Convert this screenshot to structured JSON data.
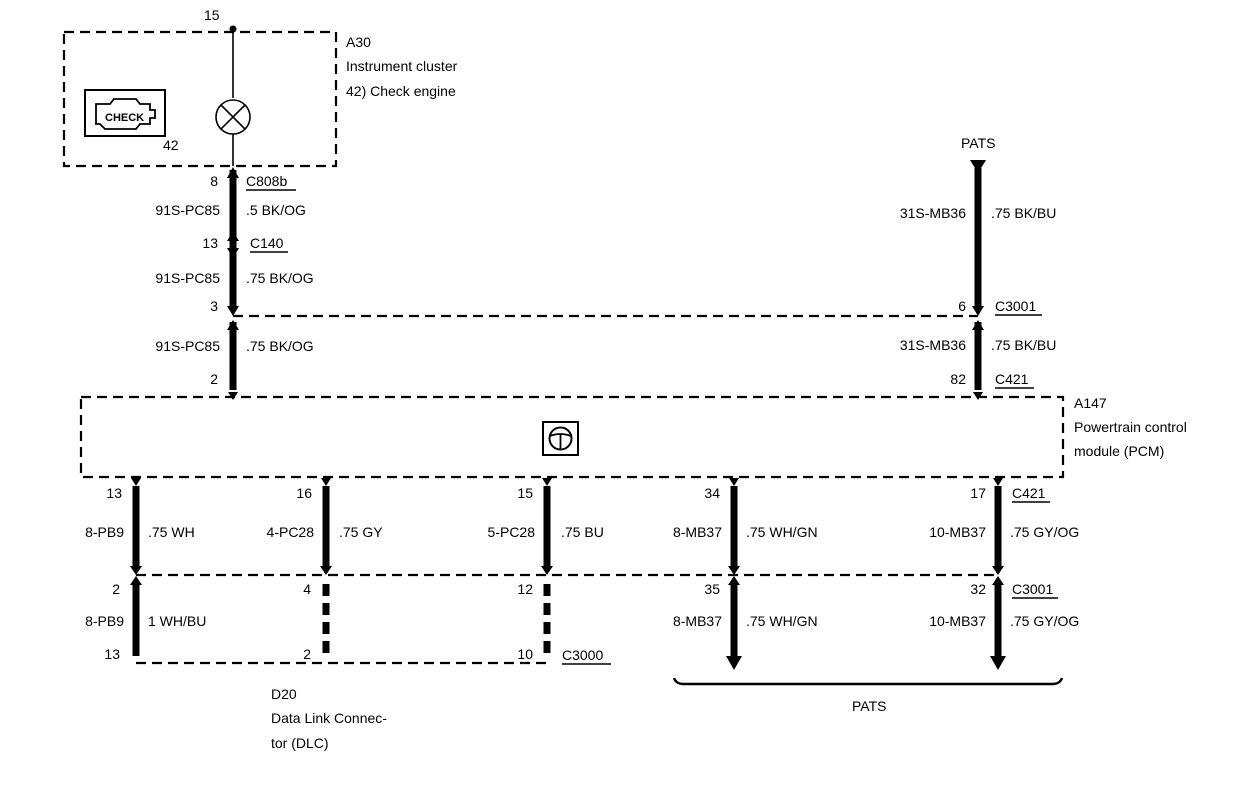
{
  "instrument_cluster": {
    "ref": "A30",
    "name": "Instrument cluster",
    "sub": "42)  Check engine",
    "pin_top": "15",
    "lamp_pin": "42",
    "icon_text": "CHECK"
  },
  "pcm": {
    "ref": "A147",
    "name_line1": "Powertrain control",
    "name_line2": "module (PCM)"
  },
  "dlc": {
    "ref": "D20",
    "name_line1": "Data Link Connec-",
    "name_line2": "tor (DLC)"
  },
  "pats_top": "PATS",
  "pats_bottom": "PATS",
  "left_wire": {
    "pin_c808b": "8",
    "conn_c808b": "C808b",
    "seg1_circuit": "91S-PC85",
    "seg1_gauge": ".5 BK/OG",
    "pin_c140": "13",
    "conn_c140": "C140",
    "seg2_circuit": "91S-PC85",
    "seg2_gauge": ".75 BK/OG",
    "pin_c3001": "3",
    "seg3_circuit": "91S-PC85",
    "seg3_gauge": ".75 BK/OG",
    "pin_pcm": "2"
  },
  "right_wire": {
    "seg1_circuit": "31S-MB36",
    "seg1_gauge": ".75 BK/BU",
    "pin_c3001": "6",
    "conn_c3001": "C3001",
    "seg2_circuit": "31S-MB36",
    "seg2_gauge": ".75 BK/BU",
    "pin_c421": "82",
    "conn_c421": "C421"
  },
  "bottom_wires": [
    {
      "pcm_pin": "13",
      "circuit": "8-PB9",
      "gauge": ".75 WH",
      "c3001_pin": "2",
      "circuit2": "8-PB9",
      "gauge2": "1 WH/BU",
      "dlc_pin": "13"
    },
    {
      "pcm_pin": "16",
      "circuit": "4-PC28",
      "gauge": ".75 GY",
      "c3001_pin": "4",
      "dlc_pin": "2"
    },
    {
      "pcm_pin": "15",
      "circuit": "5-PC28",
      "gauge": ".75 BU",
      "c3001_pin": "12",
      "dlc_pin": "10",
      "conn_c3000": "C3000"
    },
    {
      "pcm_pin": "34",
      "circuit": "8-MB37",
      "gauge": ".75 WH/GN",
      "c3001_pin": "35",
      "circuit2": "8-MB37",
      "gauge2": ".75 WH/GN"
    },
    {
      "pcm_pin": "17",
      "circuit": "10-MB37",
      "gauge": ".75 GY/OG",
      "conn_c421": "C421",
      "c3001_pin": "32",
      "conn_c3001": "C3001",
      "circuit2": "10-MB37",
      "gauge2": ".75 GY/OG"
    }
  ]
}
